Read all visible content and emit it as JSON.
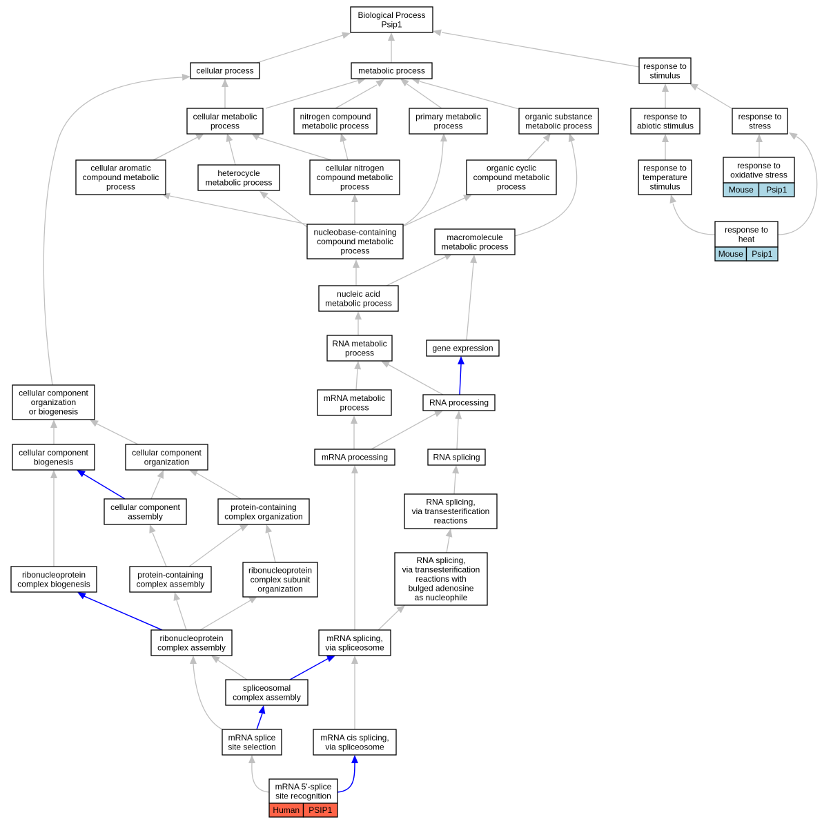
{
  "nodes": {
    "bp": [
      "Biological Process",
      "Psip1"
    ],
    "cellular_process": [
      "cellular process"
    ],
    "metabolic_process": [
      "metabolic process"
    ],
    "response_to_stimulus": [
      "response to",
      "stimulus"
    ],
    "cellular_metabolic_process": [
      "cellular metabolic",
      "process"
    ],
    "nitrogen_compound_metabolic_process": [
      "nitrogen compound",
      "metabolic process"
    ],
    "primary_metabolic_process": [
      "primary metabolic",
      "process"
    ],
    "organic_substance_metabolic_process": [
      "organic substance",
      "metabolic process"
    ],
    "response_to_abiotic_stimulus": [
      "response to",
      "abiotic stimulus"
    ],
    "response_to_stress": [
      "response to",
      "stress"
    ],
    "cellular_aromatic_compound_metabolic_process": [
      "cellular aromatic",
      "compound metabolic",
      "process"
    ],
    "heterocycle_metabolic_process": [
      "heterocycle",
      "metabolic process"
    ],
    "cellular_nitrogen_compound_metabolic_process": [
      "cellular nitrogen",
      "compound metabolic",
      "process"
    ],
    "organic_cyclic_compound_metabolic_process": [
      "organic cyclic",
      "compound metabolic",
      "process"
    ],
    "response_to_temperature_stimulus": [
      "response to",
      "temperature",
      "stimulus"
    ],
    "response_to_oxidative_stress": [
      "response to",
      "oxidative stress"
    ],
    "nucleobase_containing_compound_metabolic_process": [
      "nucleobase-containing",
      "compound metabolic",
      "process"
    ],
    "macromolecule_metabolic_process": [
      "macromolecule",
      "metabolic process"
    ],
    "response_to_heat": [
      "response to",
      "heat"
    ],
    "nucleic_acid_metabolic_process": [
      "nucleic acid",
      "metabolic process"
    ],
    "rna_metabolic_process": [
      "RNA metabolic",
      "process"
    ],
    "gene_expression": [
      "gene expression"
    ],
    "cellular_component_organization_or_biogenesis": [
      "cellular component",
      "organization",
      "or biogenesis"
    ],
    "mrna_metabolic_process": [
      "mRNA metabolic",
      "process"
    ],
    "rna_processing": [
      "RNA processing"
    ],
    "cellular_component_biogenesis": [
      "cellular component",
      "biogenesis"
    ],
    "cellular_component_organization": [
      "cellular component",
      "organization"
    ],
    "mrna_processing": [
      "mRNA processing"
    ],
    "rna_splicing": [
      "RNA splicing"
    ],
    "cellular_component_assembly": [
      "cellular component",
      "assembly"
    ],
    "protein_containing_complex_organization": [
      "protein-containing",
      "complex organization"
    ],
    "rna_splicing_transesterification": [
      "RNA splicing,",
      "via transesterification",
      "reactions"
    ],
    "rna_splicing_bulged_adenosine": [
      "RNA splicing,",
      "via transesterification",
      "reactions with",
      "bulged adenosine",
      "as nucleophile"
    ],
    "ribonucleoprotein_complex_biogenesis": [
      "ribonucleoprotein",
      "complex biogenesis"
    ],
    "protein_containing_complex_assembly": [
      "protein-containing",
      "complex assembly"
    ],
    "ribonucleoprotein_complex_subunit_organization": [
      "ribonucleoprotein",
      "complex subunit",
      "organization"
    ],
    "ribonucleoprotein_complex_assembly": [
      "ribonucleoprotein",
      "complex assembly"
    ],
    "mrna_splicing_via_spliceosome": [
      "mRNA splicing,",
      "via spliceosome"
    ],
    "spliceosomal_complex_assembly": [
      "spliceosomal",
      "complex assembly"
    ],
    "mrna_splice_site_selection": [
      "mRNA splice",
      "site selection"
    ],
    "mrna_cis_splicing_via_spliceosome": [
      "mRNA cis splicing,",
      "via spliceosome"
    ],
    "mrna_5_splice_site_recognition": [
      "mRNA 5'-splice",
      "site recognition"
    ]
  },
  "annotations": {
    "response_to_oxidative_stress": [
      "Mouse",
      "Psip1"
    ],
    "response_to_heat": [
      "Mouse",
      "Psip1"
    ],
    "mrna_5_splice_site_recognition": [
      "Human",
      "PSIP1"
    ]
  },
  "colors": {
    "edge_default": "#c0c0c0",
    "edge_highlight": "#0000ff",
    "annotation_mouse": "#add8e6",
    "annotation_human": "#ff6347"
  }
}
